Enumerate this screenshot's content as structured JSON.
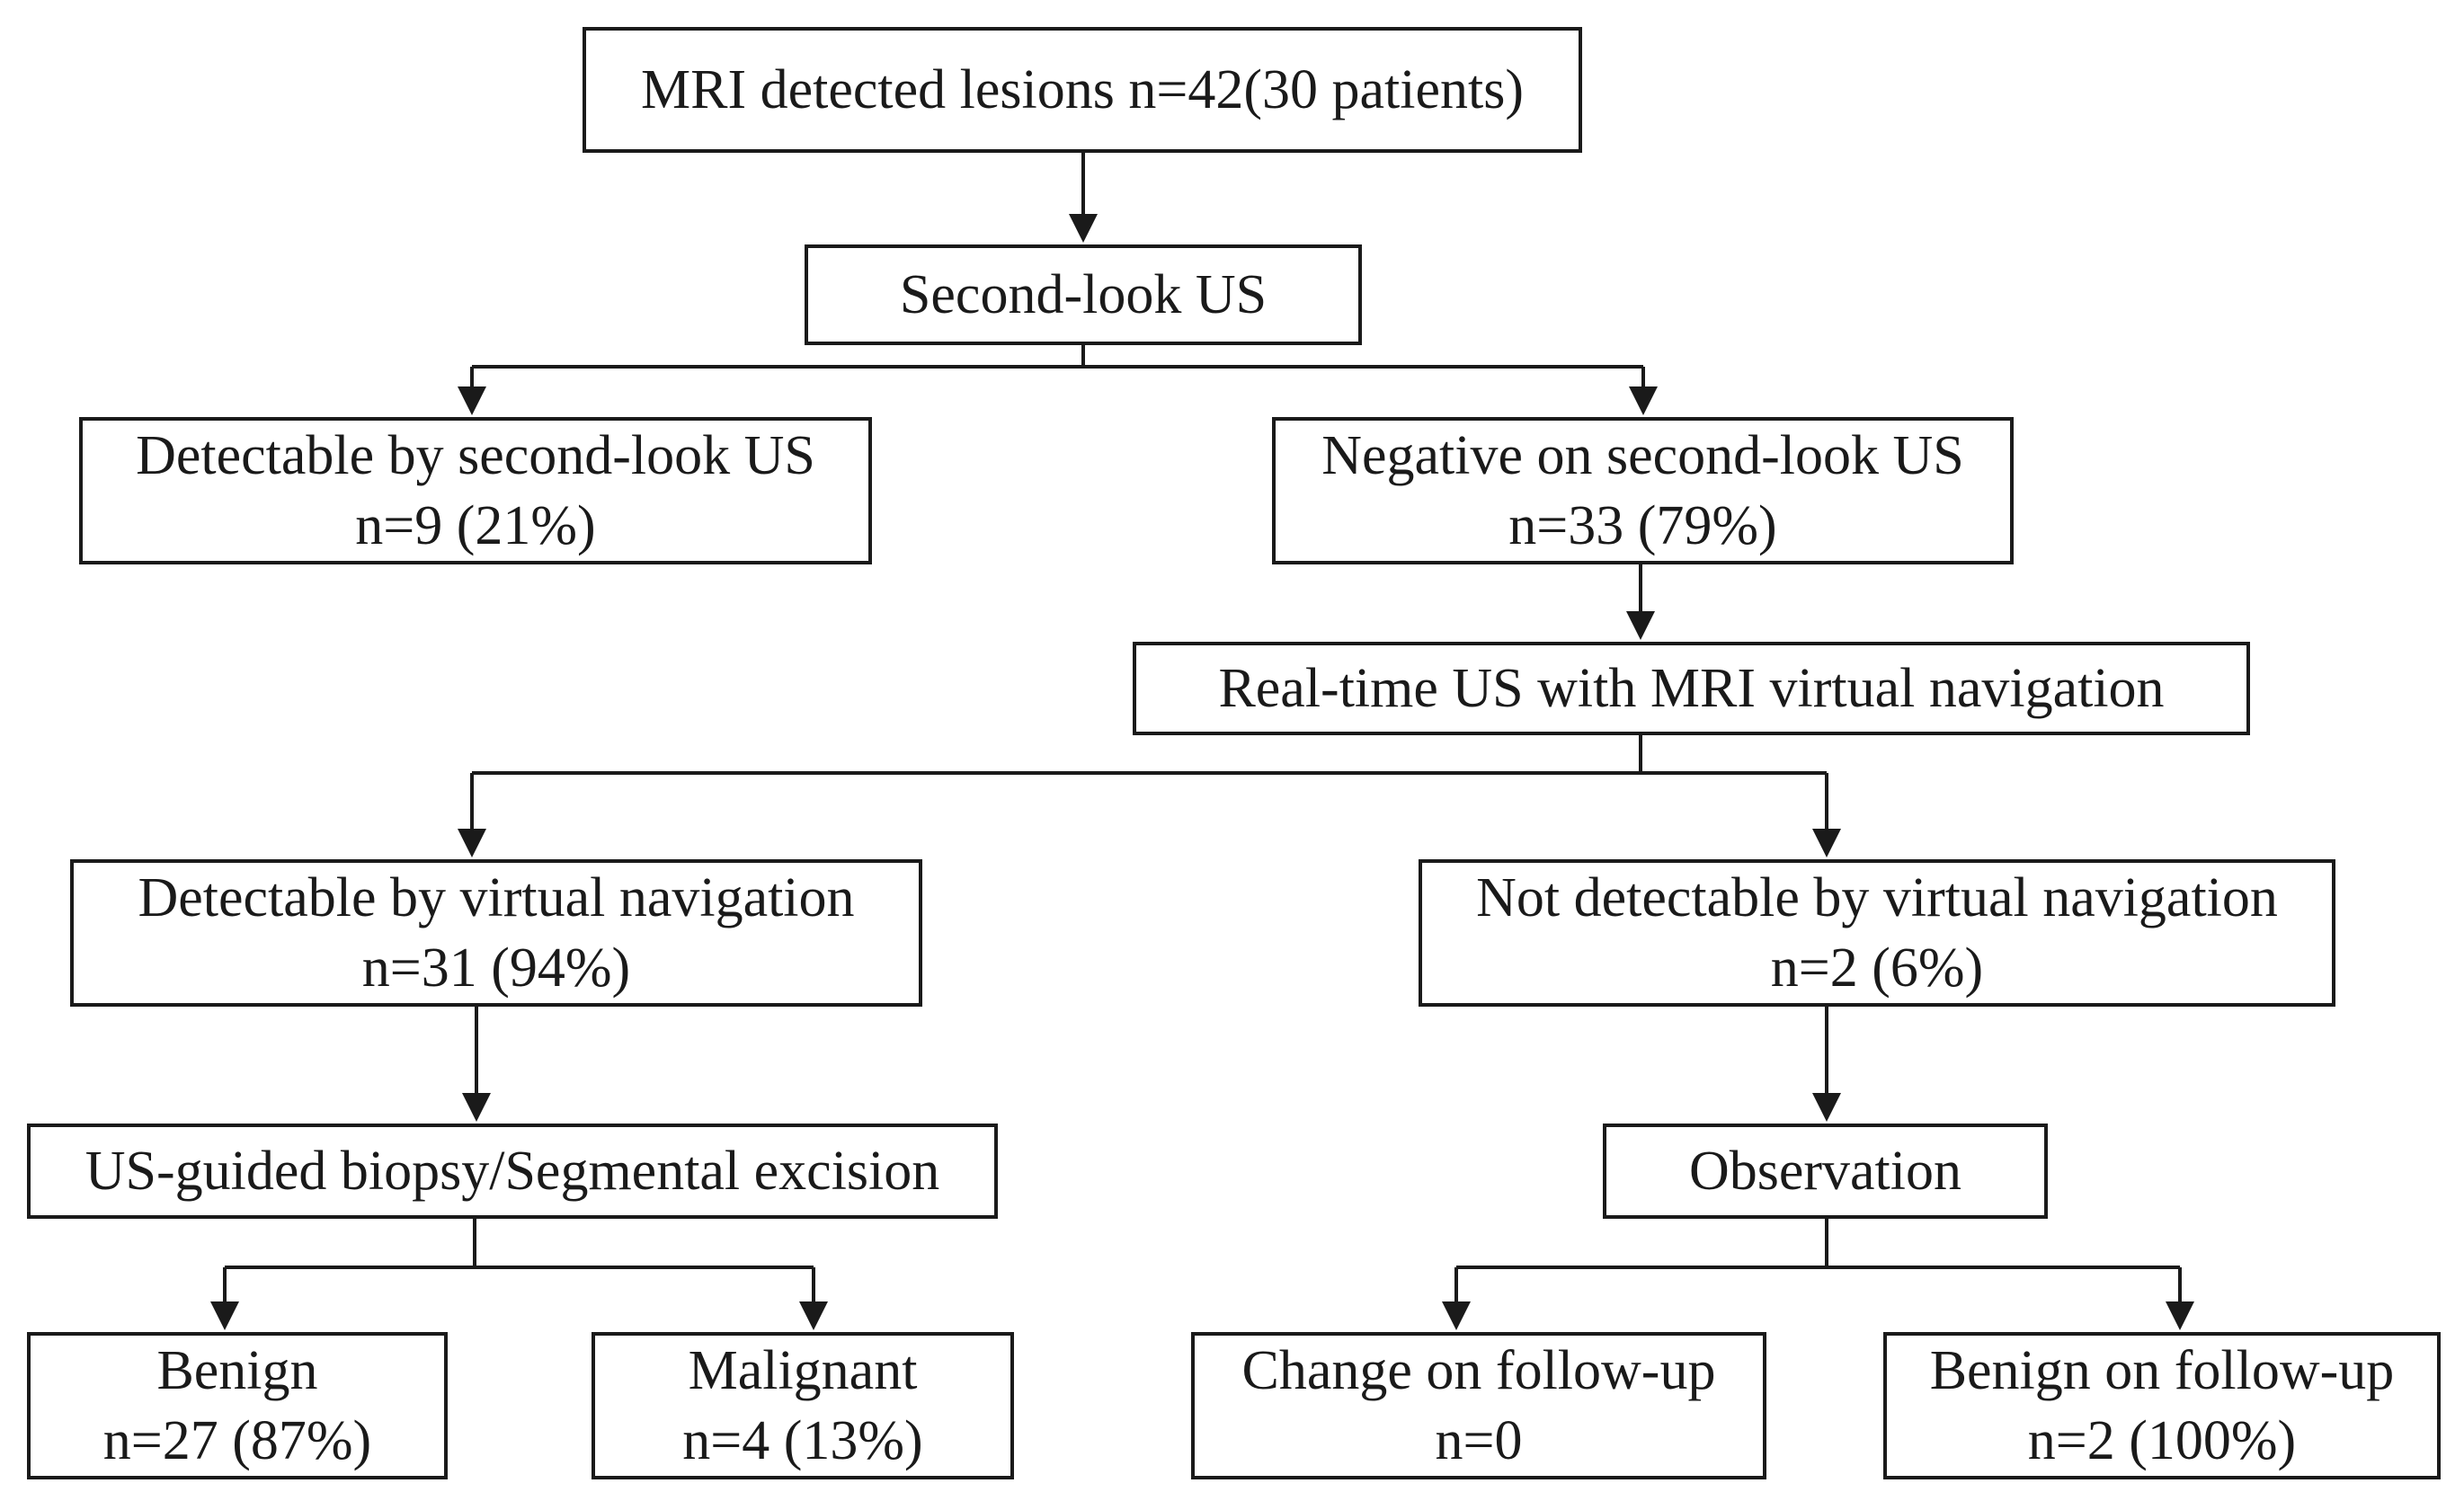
{
  "nodes": {
    "mri": {
      "line1": "MRI detected lesions n=42(30 patients)"
    },
    "second_look": {
      "line1": "Second-look US"
    },
    "detectable_second_look": {
      "line1": "Detectable by second-look US",
      "line2": "n=9 (21%)"
    },
    "negative_second_look": {
      "line1": "Negative on second-look US",
      "line2": "n=33 (79%)"
    },
    "realtime_navigation": {
      "line1": "Real-time US with MRI virtual navigation"
    },
    "detectable_virtual": {
      "line1": "Detectable by virtual navigation",
      "line2": "n=31 (94%)"
    },
    "not_detectable_virtual": {
      "line1": "Not detectable by virtual navigation",
      "line2": "n=2 (6%)"
    },
    "biopsy_excision": {
      "line1": "US-guided biopsy/Segmental excision"
    },
    "observation": {
      "line1": "Observation"
    },
    "benign": {
      "line1": "Benign",
      "line2": "n=27 (87%)"
    },
    "malignant": {
      "line1": "Malignant",
      "line2": "n=4 (13%)"
    },
    "change_follow_up": {
      "line1": "Change on follow-up",
      "line2": "n=0"
    },
    "benign_follow_up": {
      "line1": "Benign on follow-up",
      "line2": "n=2 (100%)"
    }
  },
  "colors": {
    "line": "#1a1a1a",
    "background": "#ffffff"
  }
}
